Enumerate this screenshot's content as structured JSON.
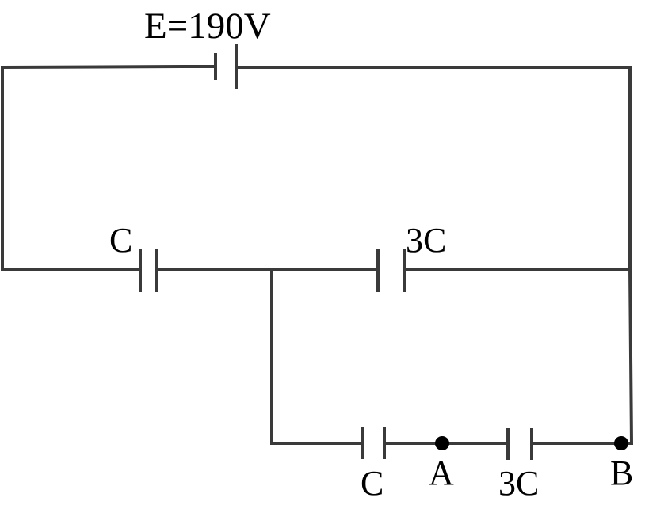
{
  "labels": {
    "emf": "E=190V",
    "cap_top_left": "C",
    "cap_top_right": "3C",
    "cap_bottom_left": "C",
    "cap_bottom_right": "3C",
    "node_a": "A",
    "node_b": "B"
  },
  "colors": {
    "wire": "#3a3a3a",
    "text": "#000000"
  }
}
